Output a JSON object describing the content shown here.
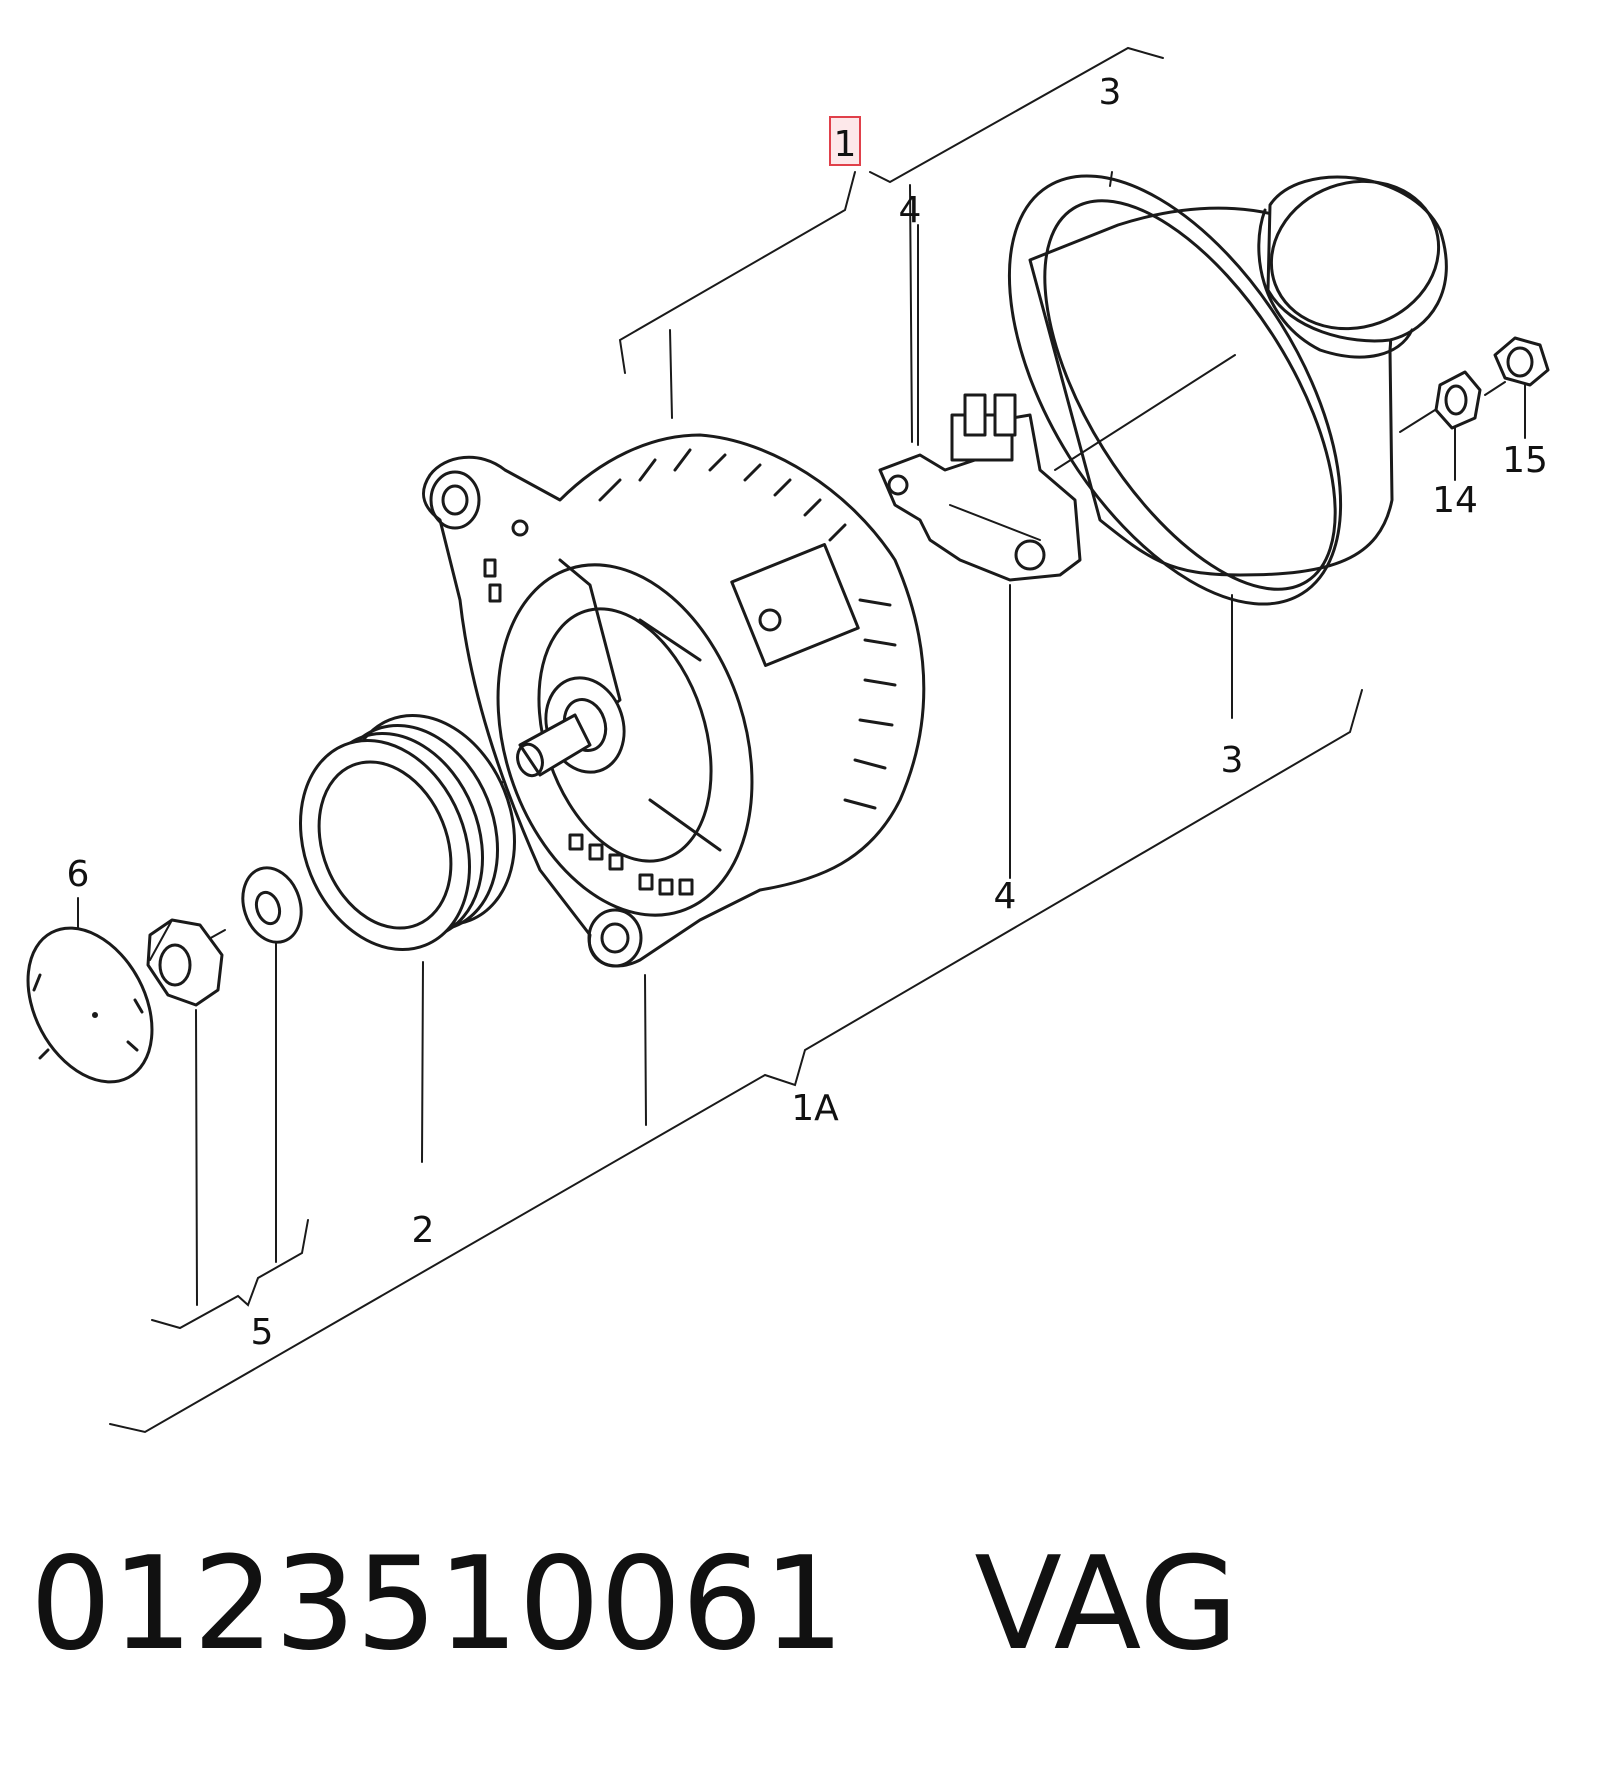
{
  "diagram": {
    "callouts": {
      "c1": "1",
      "c1A": "1A",
      "c2": "2",
      "c3_top": "3",
      "c3_bottom": "3",
      "c4_top": "4",
      "c4_bottom": "4",
      "c5": "5",
      "c6": "6",
      "c14": "14",
      "c15": "15"
    },
    "highlight_color": "#e0404a"
  },
  "footer": {
    "part_number": "0123510061",
    "brand": "VAG"
  }
}
